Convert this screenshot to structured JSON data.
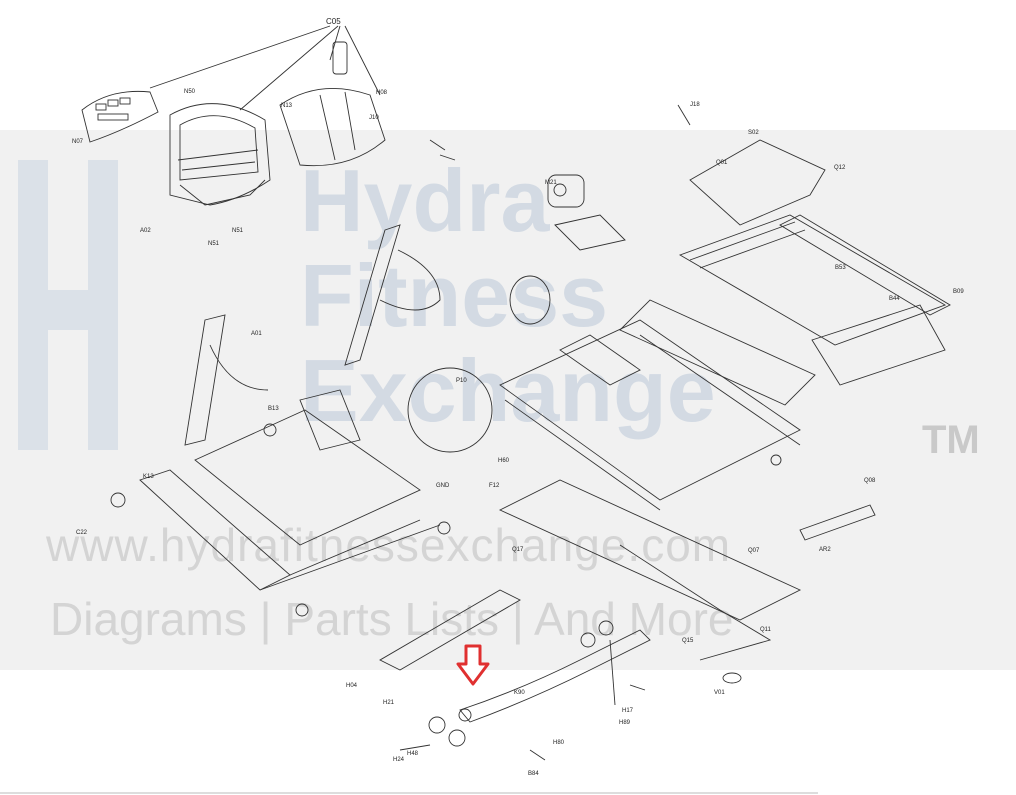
{
  "watermark": {
    "brand_line1": "Hydra",
    "brand_line2": "Fitness",
    "brand_line3": "Exchange",
    "trademark": "TM",
    "url": "www.hydrafitnessexchange.com",
    "tagline": "Diagrams | Parts Lists | And More"
  },
  "callouts": {
    "c05": "C05",
    "n50": "N50",
    "n07": "N07",
    "n51a": "N51",
    "n51b": "N51",
    "h08": "H08",
    "n13": "N13",
    "j10": "J10",
    "j18": "J18",
    "q01": "Q01",
    "q12": "Q12",
    "s02": "S02",
    "a02": "A02",
    "k13": "K13",
    "c22": "C22",
    "h21": "H21",
    "h04": "H04",
    "h24": "H24",
    "h48": "H48",
    "h80": "H80",
    "b84": "B84",
    "b09": "B09",
    "b44": "B44",
    "q11": "Q11",
    "ar2": "AR2",
    "q08": "Q08",
    "v01": "V01",
    "h89": "H89",
    "h17": "H17",
    "k90": "K90",
    "a01": "A01",
    "b13": "B13",
    "q15": "Q15",
    "q17": "Q17",
    "p10": "P10",
    "f12": "F12",
    "h60": "H60",
    "gnd": "GND",
    "q07": "Q07",
    "b53": "B53",
    "m21": "M21"
  },
  "highlight": {
    "color": "#e03030"
  }
}
